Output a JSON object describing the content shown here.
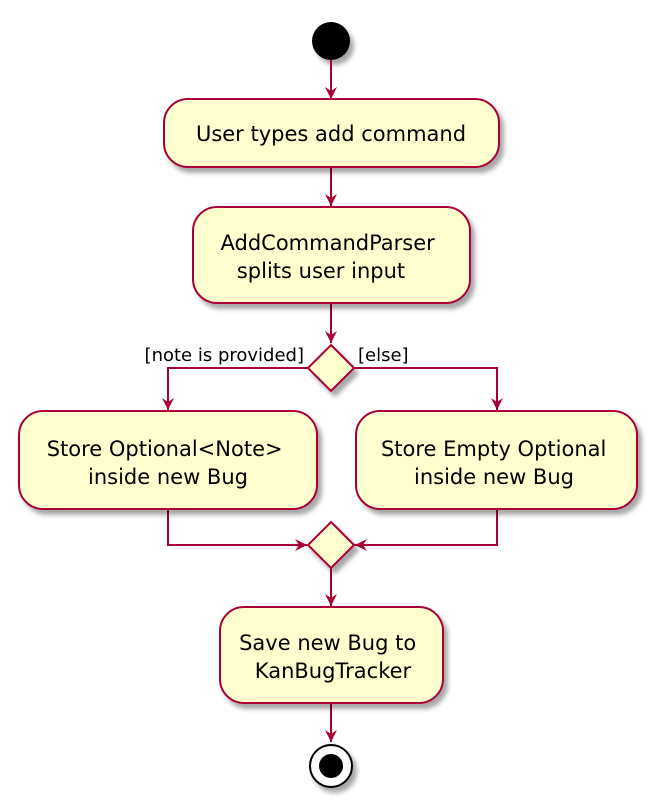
{
  "diagram": {
    "actions": {
      "user_types": [
        "User types add command"
      ],
      "parser": [
        "AddCommandParser",
        "splits user input"
      ],
      "store_note": [
        "Store Optional<Note>",
        "inside new Bug"
      ],
      "store_empty": [
        "Store Empty Optional",
        "inside new Bug"
      ],
      "save": [
        "Save new Bug to",
        "KanBugTracker"
      ]
    },
    "guards": {
      "left": "[note is provided]",
      "right": "[else]"
    },
    "colors": {
      "node_fill": "#FEFECE",
      "node_border": "#A80036",
      "arrow": "#A80036",
      "start": "#000000",
      "shadow": "#c8c8c8"
    }
  }
}
